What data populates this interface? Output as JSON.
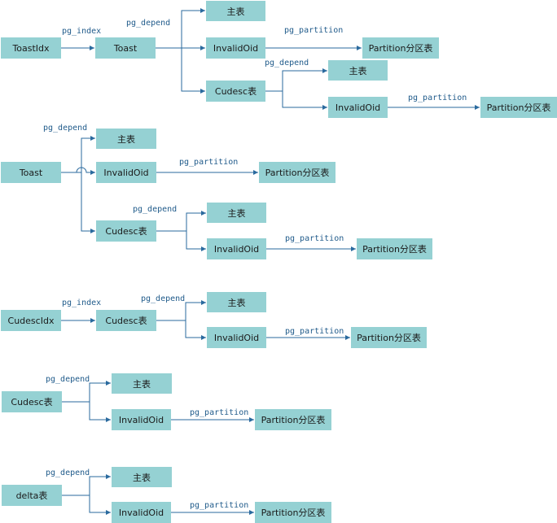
{
  "colors": {
    "node_fill": "#95d1d3",
    "edge": "#2a6a9e",
    "label": "#1f5a8a"
  },
  "diagram_1": {
    "toastidx": "ToastIdx",
    "toast": "Toast",
    "main_table": "主表",
    "invalidoid_1": "InvalidOid",
    "partition_1": "Partition分区表",
    "cudesc": "Cudesc表",
    "main_table_2": "主表",
    "invalidoid_2": "InvalidOid",
    "partition_2": "Partition分区表",
    "pg_index": "pg_index",
    "pg_depend_1": "pg_depend",
    "pg_partition_1": "pg_partition",
    "pg_depend_2": "pg_depend",
    "pg_partition_2": "pg_partition"
  },
  "diagram_2": {
    "toast": "Toast",
    "main_table": "主表",
    "invalidoid_1": "InvalidOid",
    "partition_1": "Partition分区表",
    "cudesc": "Cudesc表",
    "main_table_2": "主表",
    "invalidoid_2": "InvalidOid",
    "partition_2": "Partition分区表",
    "pg_depend_1": "pg_depend",
    "pg_partition_1": "pg_partition",
    "pg_depend_2": "pg_depend",
    "pg_partition_2": "pg_partition"
  },
  "diagram_3": {
    "cudescidx": "CudescIdx",
    "cudesc": "Cudesc表",
    "main_table": "主表",
    "invalidoid": "InvalidOid",
    "partition": "Partition分区表",
    "pg_index": "pg_index",
    "pg_depend": "pg_depend",
    "pg_partition": "pg_partition"
  },
  "diagram_4": {
    "cudesc": "Cudesc表",
    "main_table": "主表",
    "invalidoid": "InvalidOid",
    "partition": "Partition分区表",
    "pg_depend": "pg_depend",
    "pg_partition": "pg_partition"
  },
  "diagram_5": {
    "delta": "delta表",
    "main_table": "主表",
    "invalidoid": "InvalidOid",
    "partition": "Partition分区表",
    "pg_depend": "pg_depend",
    "pg_partition": "pg_partition"
  }
}
